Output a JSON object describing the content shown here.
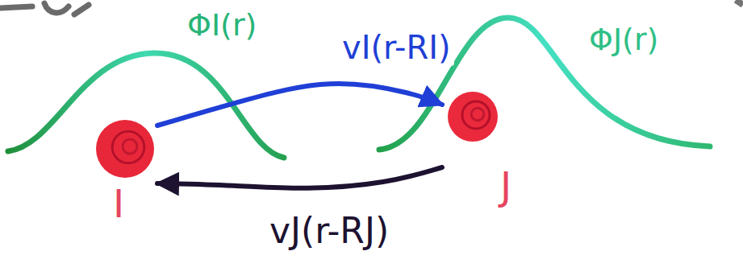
{
  "diagram": {
    "nodes": [
      {
        "text": [
          "I"
        ]
      },
      {
        "text": [
          "J"
        ]
      }
    ],
    "edges": [
      {
        "from": 0,
        "to": 1,
        "arrow": "to",
        "label": "vI(r-RI)"
      },
      {
        "from": 1,
        "to": 0,
        "arrow": "to",
        "label": "vJ(r-RJ)"
      }
    ],
    "labels": [
      "ΦI(r)",
      "ΦJ(r)"
    ]
  }
}
